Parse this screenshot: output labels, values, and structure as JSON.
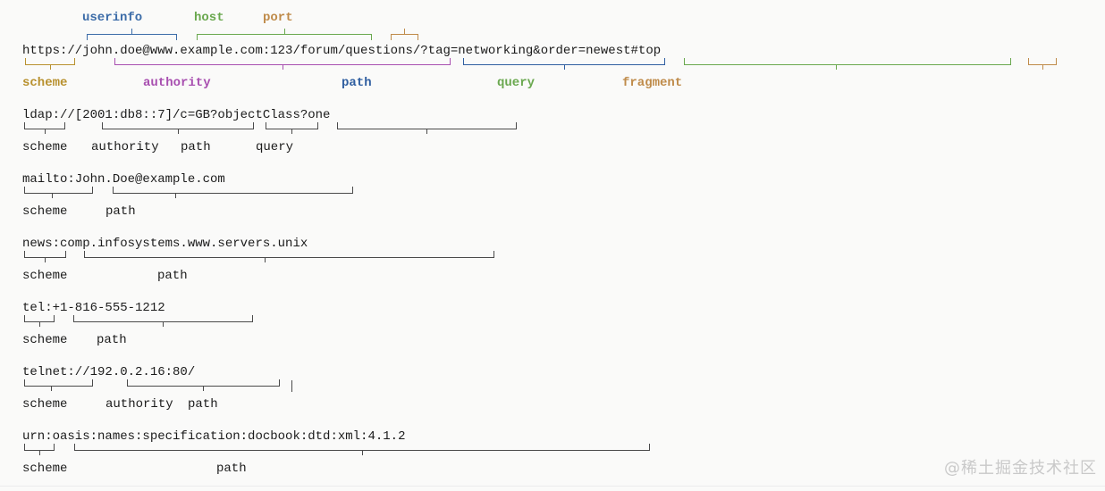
{
  "palette": {
    "ink": "#1b1b1b",
    "line": "#4a4a4a",
    "blue": "#3c6ca8",
    "green": "#6aa84f",
    "tan": "#bf8b4a",
    "gold": "#b8912f",
    "purple": "#a84fb0",
    "navy": "#2f5ea0"
  },
  "examples": [
    {
      "uri": "https://john.doe@www.example.com:123/forum/questions/?tag=networking&order=newest#top",
      "top_labels": [
        {
          "text": "userinfo",
          "color": "blue"
        },
        {
          "text": "host",
          "color": "green"
        },
        {
          "text": "port",
          "color": "tan"
        }
      ],
      "bottom_labels": [
        {
          "text": "scheme",
          "color": "gold"
        },
        {
          "text": "authority",
          "color": "purple"
        },
        {
          "text": "path",
          "color": "navy"
        },
        {
          "text": "query",
          "color": "green"
        },
        {
          "text": "fragment",
          "color": "tan"
        }
      ]
    },
    {
      "uri": "ldap://[2001:db8::7]/c=GB?objectClass?one",
      "top_labels": [],
      "bottom_labels": [
        {
          "text": "scheme"
        },
        {
          "text": "authority"
        },
        {
          "text": "path"
        },
        {
          "text": "query"
        }
      ]
    },
    {
      "uri": "mailto:John.Doe@example.com",
      "top_labels": [],
      "bottom_labels": [
        {
          "text": "scheme"
        },
        {
          "text": "path"
        }
      ]
    },
    {
      "uri": "news:comp.infosystems.www.servers.unix",
      "top_labels": [],
      "bottom_labels": [
        {
          "text": "scheme"
        },
        {
          "text": "path"
        }
      ]
    },
    {
      "uri": "tel:+1-816-555-1212",
      "top_labels": [],
      "bottom_labels": [
        {
          "text": "scheme"
        },
        {
          "text": "path"
        }
      ]
    },
    {
      "uri": "telnet://192.0.2.16:80/",
      "top_labels": [],
      "bottom_labels": [
        {
          "text": "scheme"
        },
        {
          "text": "authority"
        },
        {
          "text": "path"
        }
      ]
    },
    {
      "uri": "urn:oasis:names:specification:docbook:dtd:xml:4.1.2",
      "top_labels": [],
      "bottom_labels": [
        {
          "text": "scheme"
        },
        {
          "text": "path"
        }
      ]
    }
  ],
  "watermark": "@稀土掘金技术社区"
}
